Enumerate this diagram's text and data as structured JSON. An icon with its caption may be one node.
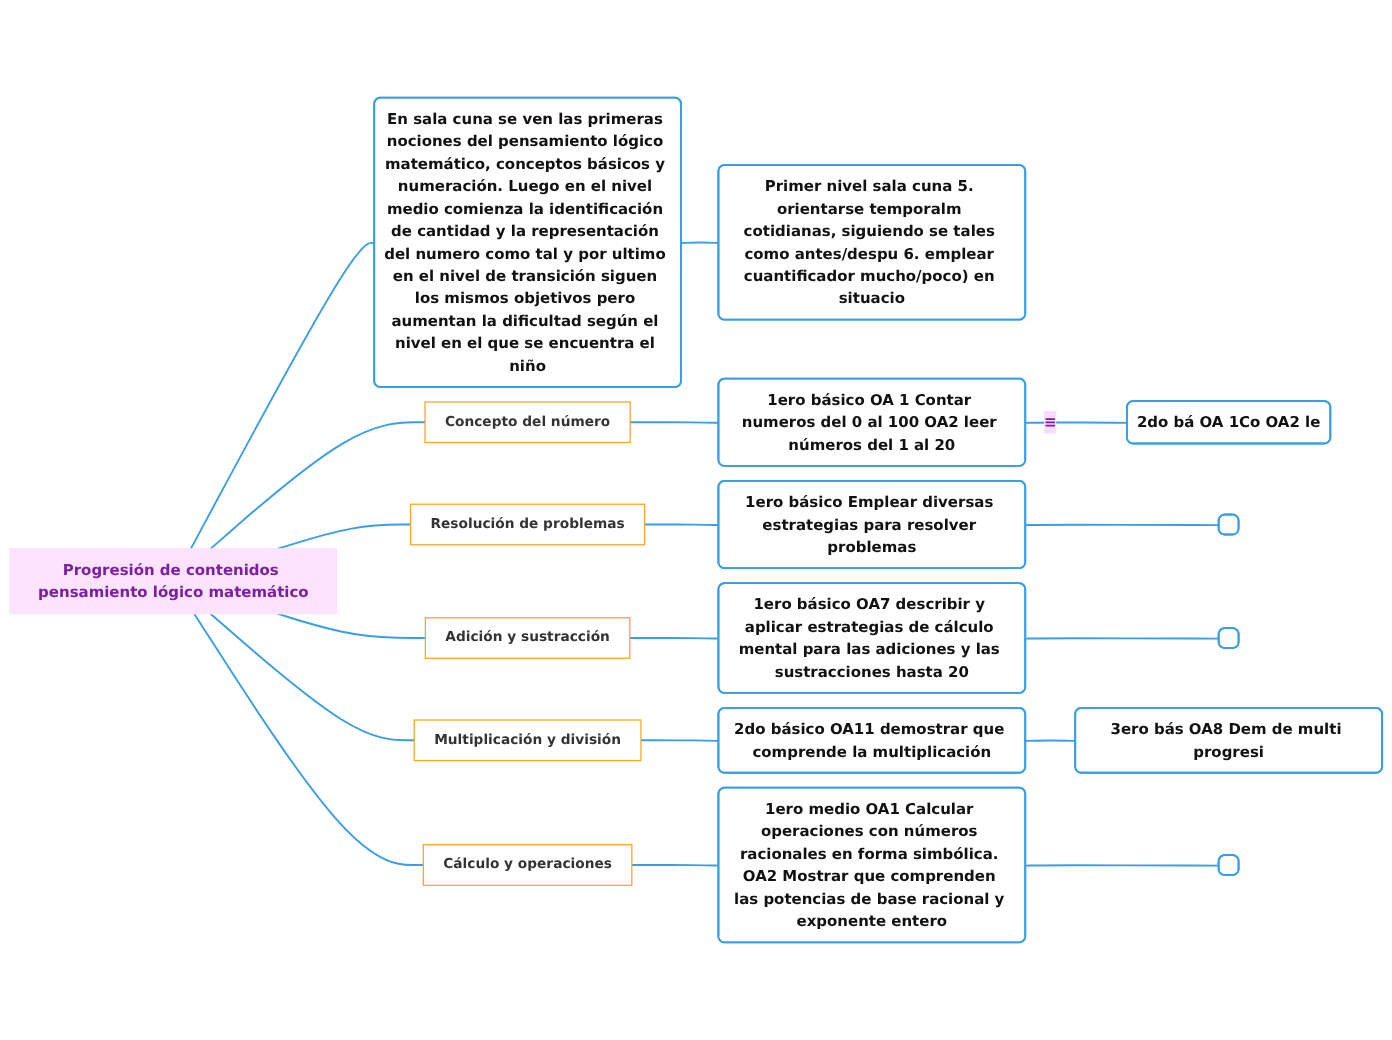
{
  "diagram": {
    "nodes": [
      {
        "text": [
          "Progresión de contenidos pensamiento lógico matemático"
        ]
      },
      {
        "text": [
          "En sala cuna se ven las primeras nociones del pensamiento lógico matemático, conceptos básicos y numeración. Luego en el nivel medio comienza la identificación de cantidad y la representación del numero como tal y por ultimo en el nivel de transición siguen los mismos objetivos pero aumentan la dificultad según el nivel en el que se encuentra el niño"
        ]
      },
      {
        "text": [
          "Primer nivel sala cuna 5. orientarse temporalm cotidianas, siguiendo se tales como antes/despu 6. emplear cuantificador mucho/poco) en situacio"
        ]
      },
      {
        "text": [
          "Concepto del número"
        ]
      },
      {
        "text": [
          "1ero básico OA 1 Contar numeros del 0 al 100 OA2 leer números del 1 al 20"
        ]
      },
      {
        "text": [
          "2do bá OA 1Co OA2 le"
        ]
      },
      {
        "text": [
          "Resolución de problemas"
        ]
      },
      {
        "text": [
          "1ero básico Emplear diversas estrategias para resolver problemas"
        ]
      },
      {
        "text": [],
        "shape": "box"
      },
      {
        "text": [
          "Adición y sustracción"
        ]
      },
      {
        "text": [
          "1ero básico OA7 describir y aplicar estrategias de cálculo mental para las adiciones y las sustracciones hasta 20"
        ]
      },
      {
        "text": [],
        "shape": "box"
      },
      {
        "text": [
          "Multiplicación y división"
        ]
      },
      {
        "text": [
          "2do básico OA11 demostrar que comprende la multiplicación"
        ]
      },
      {
        "text": [
          "3ero bás OA8 Dem de multi progresi"
        ]
      },
      {
        "text": [
          "Cálculo y operaciones"
        ]
      },
      {
        "text": [
          "1ero medio OA1 Calcular operaciones con números racionales en forma simbólica. OA2 Mostrar que comprenden las potencias de base racional y exponente entero"
        ]
      },
      {
        "text": [],
        "shape": "box"
      }
    ],
    "edges": [
      {
        "from": 0,
        "to": 1,
        "arrow": "none"
      },
      {
        "from": 1,
        "to": 2,
        "arrow": "none"
      },
      {
        "from": 0,
        "to": 3,
        "arrow": "none"
      },
      {
        "from": 3,
        "to": 4,
        "arrow": "none"
      },
      {
        "from": 4,
        "to": 5,
        "arrow": "none",
        "label": "≡"
      },
      {
        "from": 0,
        "to": 6,
        "arrow": "none"
      },
      {
        "from": 6,
        "to": 7,
        "arrow": "none"
      },
      {
        "from": 7,
        "to": 8,
        "arrow": "none"
      },
      {
        "from": 0,
        "to": 9,
        "arrow": "none"
      },
      {
        "from": 9,
        "to": 10,
        "arrow": "none"
      },
      {
        "from": 10,
        "to": 11,
        "arrow": "none"
      },
      {
        "from": 0,
        "to": 12,
        "arrow": "none"
      },
      {
        "from": 12,
        "to": 13,
        "arrow": "none"
      },
      {
        "from": 13,
        "to": 14,
        "arrow": "none"
      },
      {
        "from": 0,
        "to": 15,
        "arrow": "none"
      },
      {
        "from": 15,
        "to": 16,
        "arrow": "none"
      },
      {
        "from": 16,
        "to": 17,
        "arrow": "none"
      }
    ]
  }
}
